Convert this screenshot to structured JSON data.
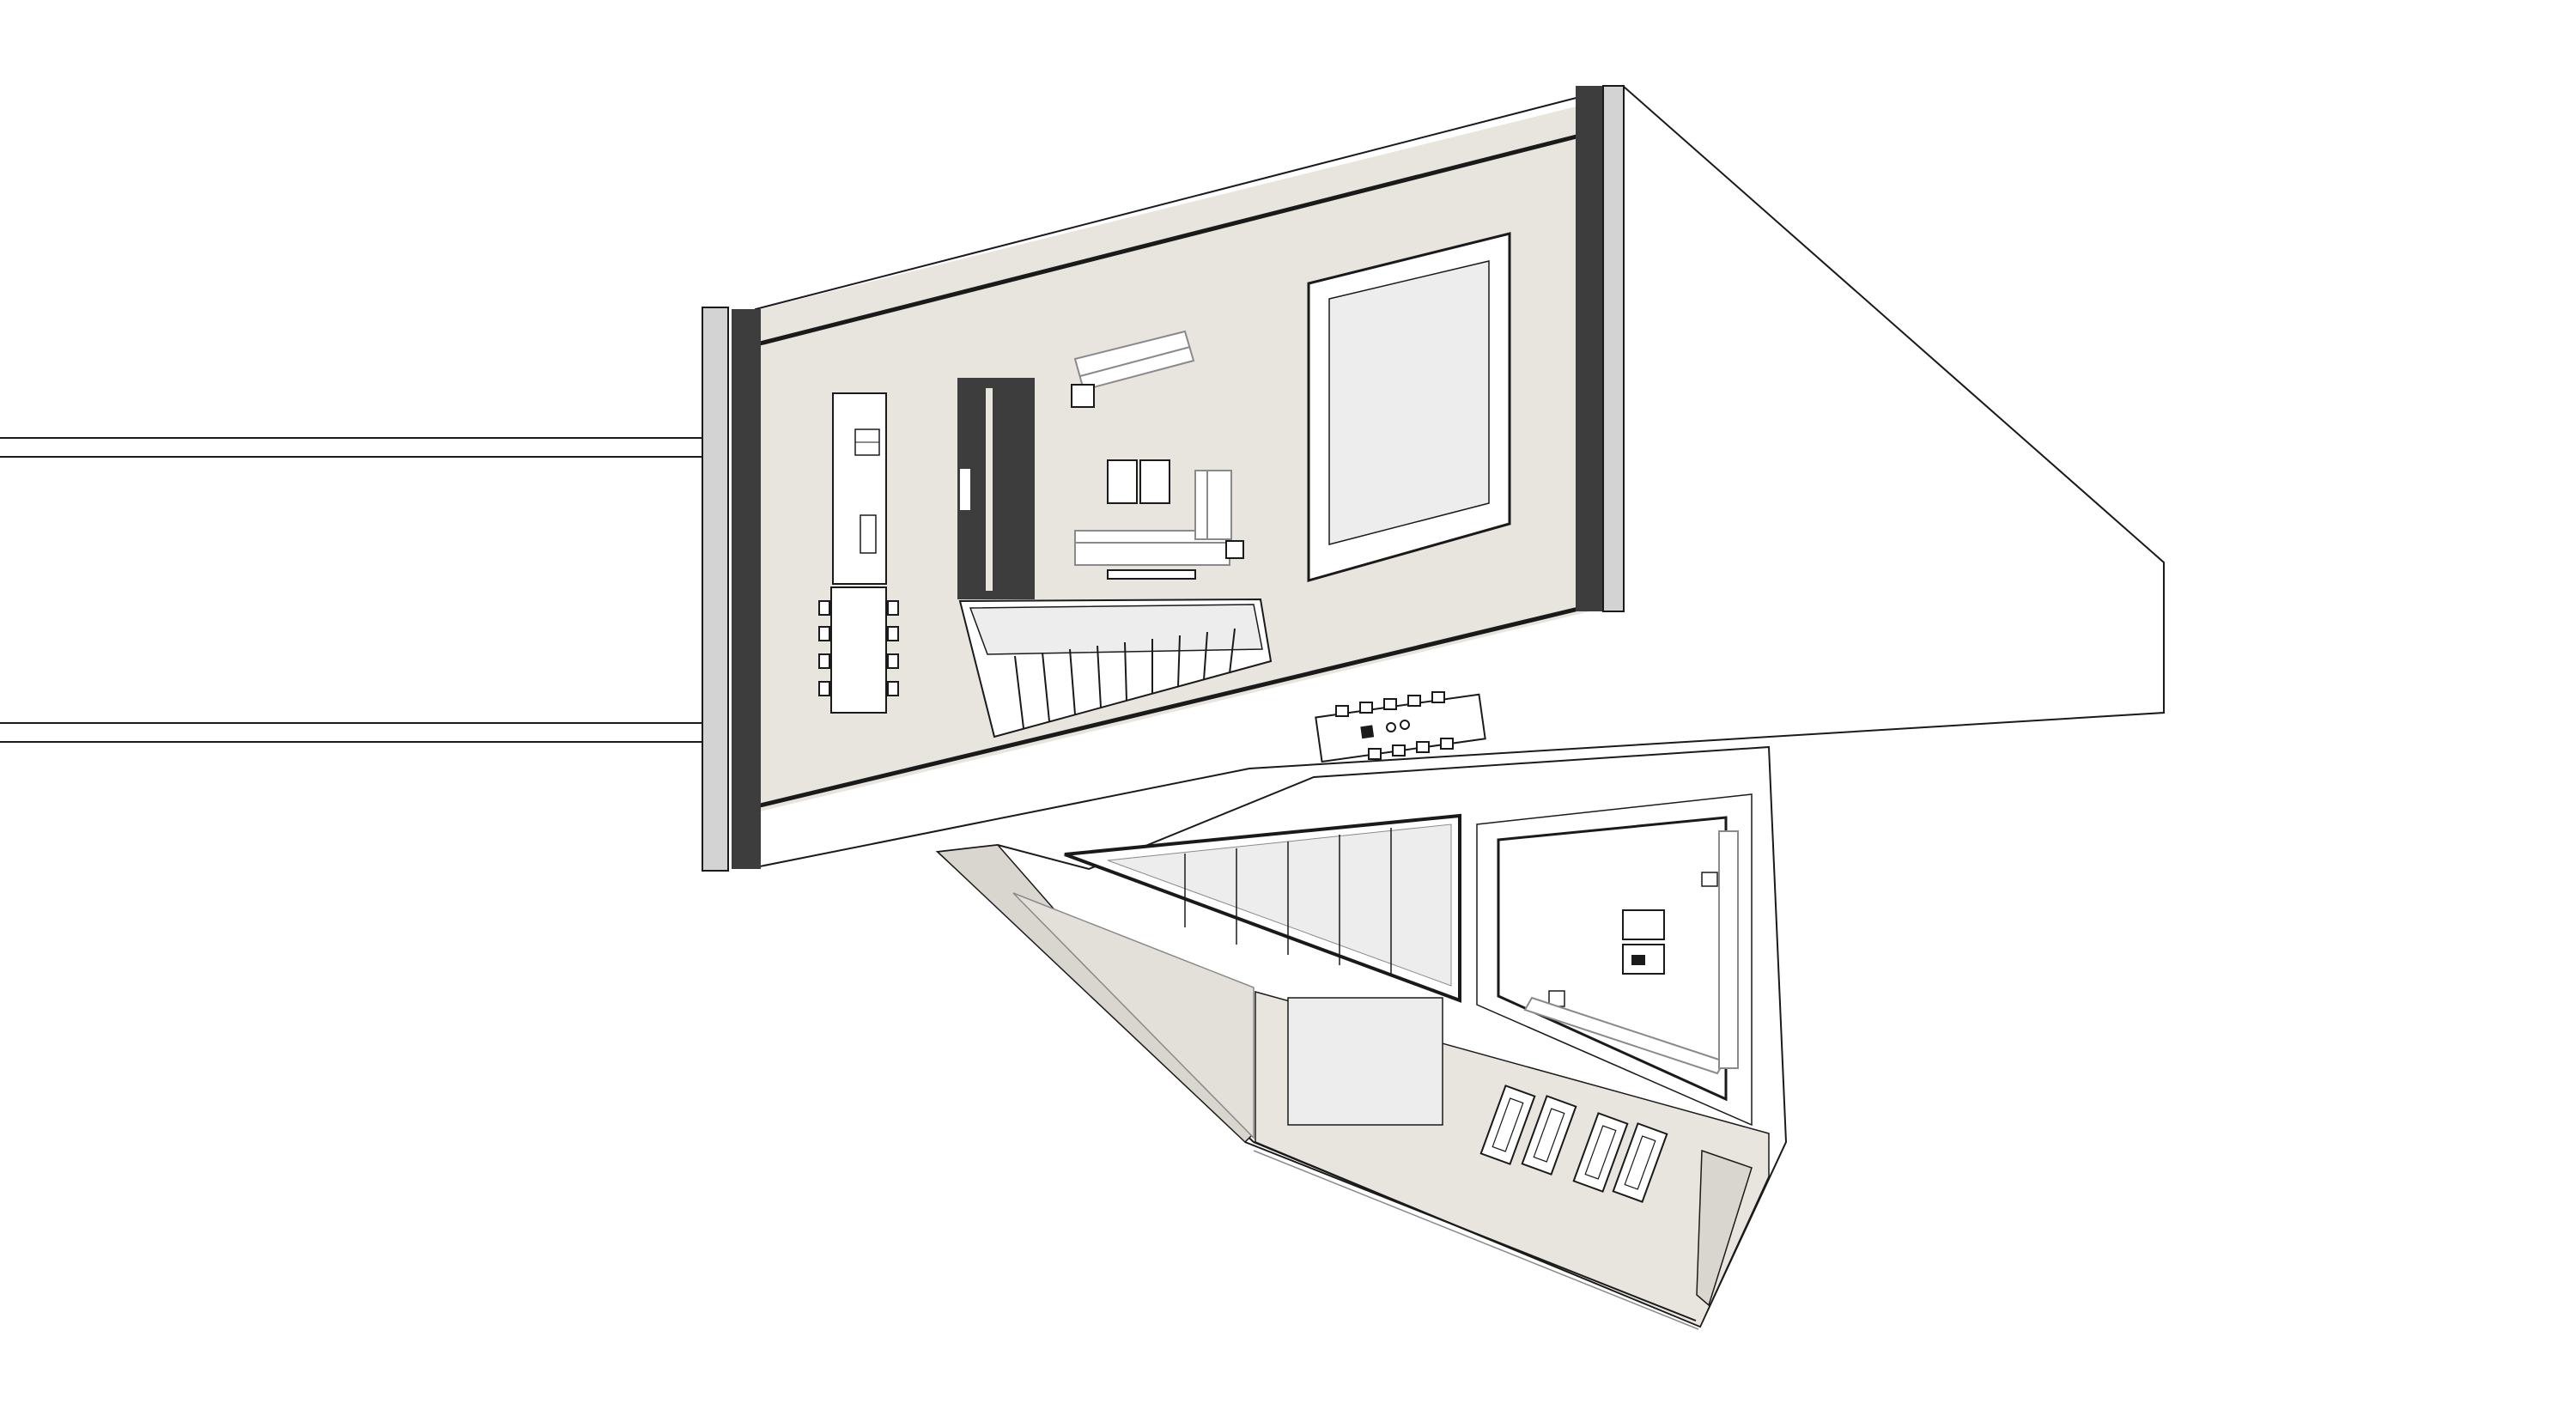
{
  "drawing": {
    "kind": "architectural floor plan (top view)",
    "text_labels": []
  },
  "palette": {
    "background": "#ffffff",
    "floor_fill": "#e8e4de",
    "pool_fill": "#ededed",
    "dark_wall": "#3d3d3d",
    "wall_grey": "#c8c8c8",
    "line": "#1a1a1a",
    "soft_line": "#8a8a8a",
    "white_fill": "#ffffff"
  },
  "elements": {
    "upper_level": [
      "deck",
      "kitchen-island",
      "dining-table",
      "dining-chairs",
      "wardrobe-cabinet",
      "sofa-set",
      "coffee-table",
      "side-tables",
      "tv-console",
      "staircase",
      "skylight-pool"
    ],
    "terrace": [
      "outdoor-dining-table",
      "outdoor-chairs"
    ],
    "lower_level": [
      "triangular-void-stair",
      "courtyard-lounge",
      "sun-loungers",
      "reflecting-pool",
      "glass-corridor"
    ]
  }
}
